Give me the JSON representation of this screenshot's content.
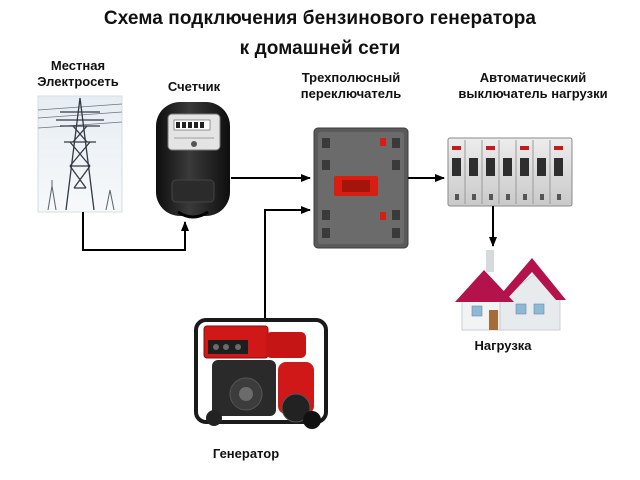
{
  "title": {
    "line1": "Схема подключения бензинового генератора",
    "line2": "к домашней сети"
  },
  "nodes": {
    "grid": {
      "line1": "Местная",
      "line2": "Электросеть"
    },
    "meter": {
      "label": "Счетчик"
    },
    "switch": {
      "line1": "Трехполюсный",
      "line2": "переключатель"
    },
    "breaker": {
      "line1": "Автоматический",
      "line2": "выключатель нагрузки"
    },
    "load": {
      "label": "Нагрузка"
    },
    "generator": {
      "label": "Генератор"
    }
  },
  "colors": {
    "arrow": "#000000",
    "meter_body": "#1b1b1b",
    "switch_body": "#5a5a5a",
    "switch_handle": "#d81e12",
    "roof": "#b3124a",
    "generator_frame": "#d01818",
    "generator_engine": "#2a2a2a"
  }
}
